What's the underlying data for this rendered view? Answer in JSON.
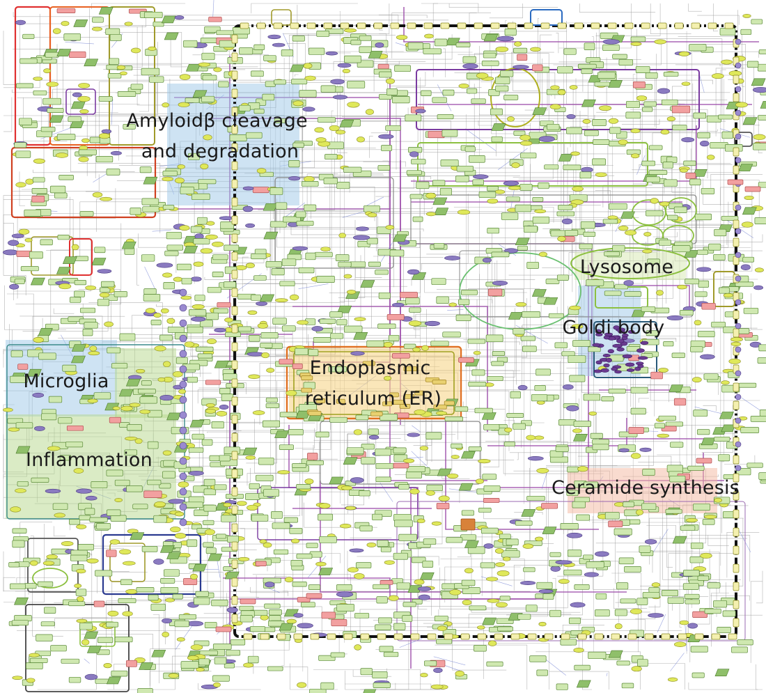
{
  "diagram": {
    "regions": [
      {
        "id": "amyloid",
        "lines": [
          "Amyloidβ cleavage",
          "and degradation"
        ],
        "highlight": "#9ec8e8"
      },
      {
        "id": "lysosome",
        "lines": [
          "Lysosome"
        ],
        "highlight": "#d6e8b0"
      },
      {
        "id": "golgi",
        "lines": [
          "Goldi body"
        ],
        "highlight": "#9ec8e8"
      },
      {
        "id": "er",
        "lines": [
          "Endoplasmic",
          "reticulum (ER)"
        ],
        "highlight": "#f6d58a"
      },
      {
        "id": "microglia",
        "lines": [
          "Microglia"
        ],
        "highlight": "#9ec8e8"
      },
      {
        "id": "inflammation",
        "lines": [
          "Inflammation"
        ],
        "highlight": "#b6d88c"
      },
      {
        "id": "ceramide",
        "lines": [
          "Ceramide synthesis"
        ],
        "highlight": "#f4b8a0"
      }
    ],
    "colors": {
      "node_fill": "#cfe8b0",
      "node_stroke": "#5c8a3a",
      "oval_fill": "#dfe85a",
      "pink_node": "#f2a0a0",
      "purple_node": "#8a7ac0",
      "edge_gray": "#9a9a9a",
      "edge_purple": "#9b4aa8",
      "membrane_black": "#111111",
      "box_red": "#e03030",
      "box_olive": "#a09a2a",
      "box_navy": "#2a3a90",
      "box_green": "#8cc040"
    }
  }
}
